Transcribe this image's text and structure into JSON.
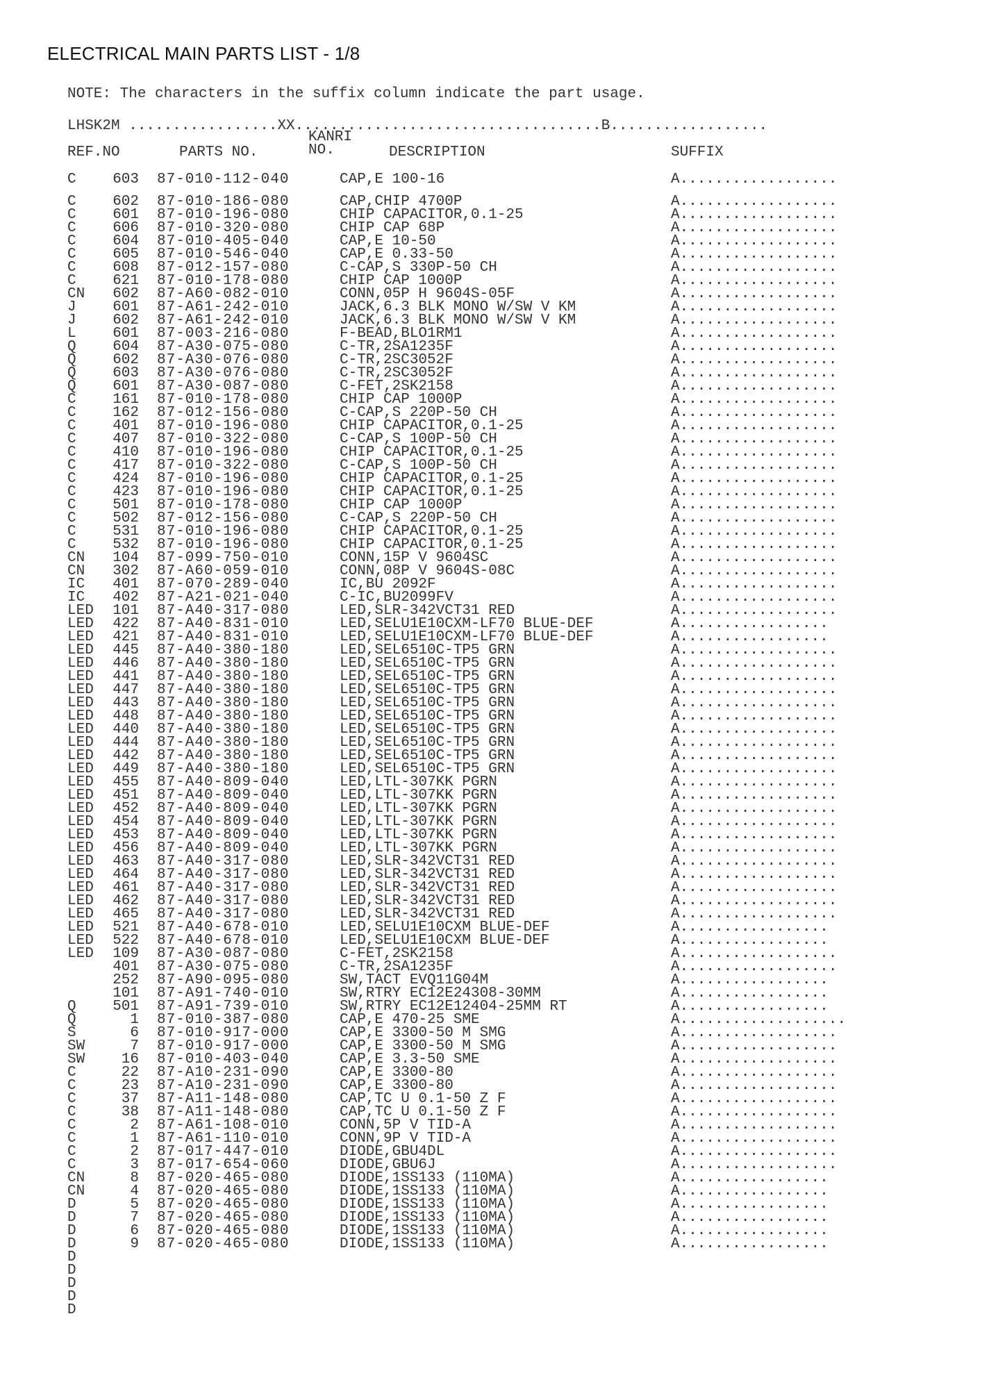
{
  "title": "ELECTRICAL MAIN PARTS LIST - 1/8",
  "note": "NOTE: The characters in the suffix column indicate the part usage.",
  "model_line": "LHSK2M .................XX...................................B..................",
  "headers": {
    "ref_no": "REF.NO",
    "parts_no": "PARTS NO.",
    "kanri_top": "KANRI",
    "kanri_bottom": "NO.",
    "description": "DESCRIPTION",
    "suffix": "SUFFIX"
  },
  "first_row": {
    "ref": "C",
    "no": "603",
    "parts_no": "87-010-112-040",
    "description": "CAP,E 100-16",
    "suffix": "A.................."
  },
  "ref_column": [
    "C",
    "C",
    "C",
    "C",
    "C",
    "C",
    "C",
    "CN",
    "J",
    "J",
    "L",
    "Q",
    "Q",
    "Q",
    "Q",
    "C",
    "C",
    "C",
    "C",
    "C",
    "C",
    "C",
    "C",
    "C",
    "C",
    "C",
    "C",
    "CN",
    "CN",
    "IC",
    "IC",
    "LED",
    "LED",
    "LED",
    "LED",
    "LED",
    "LED",
    "LED",
    "LED",
    "LED",
    "LED",
    "LED",
    "LED",
    "LED",
    "LED",
    "LED",
    "LED",
    "LED",
    "LED",
    "LED",
    "LED",
    "LED",
    "LED",
    "LED",
    "LED",
    "LED",
    "LED",
    "LED",
    "",
    "",
    "",
    "Q",
    "Q",
    "S",
    "SW",
    "SW",
    "C",
    "C",
    "C",
    "C",
    "C",
    "C",
    "C",
    "C",
    "CN",
    "CN",
    "D",
    "D",
    "D",
    "D",
    "D",
    "D",
    "D",
    "D",
    "D"
  ],
  "no_column": [
    "602",
    "601",
    "606",
    "604",
    "605",
    "608",
    "621",
    "602",
    "601",
    "602",
    "601",
    "604",
    "602",
    "603",
    "601",
    "161",
    "162",
    "401",
    "407",
    "410",
    "417",
    "424",
    "423",
    "501",
    "502",
    "531",
    "532",
    "104",
    "302",
    "401",
    "402",
    "101",
    "422",
    "421",
    "445",
    "446",
    "441",
    "447",
    "443",
    "448",
    "440",
    "444",
    "442",
    "449",
    "455",
    "451",
    "452",
    "454",
    "453",
    "456",
    "463",
    "464",
    "461",
    "462",
    "465",
    "521",
    "522",
    "109",
    "401",
    "252",
    "101",
    "501",
    "1",
    "6",
    "7",
    "16",
    "22",
    "23",
    "37",
    "38",
    "2",
    "1",
    "2",
    "3",
    "8",
    "4",
    "5",
    "7",
    "6",
    "9"
  ],
  "parts_column": [
    "87-010-186-080",
    "87-010-196-080",
    "87-010-320-080",
    "87-010-405-040",
    "87-010-546-040",
    "87-012-157-080",
    "87-010-178-080",
    "87-A60-082-010",
    "87-A61-242-010",
    "87-A61-242-010",
    "87-003-216-080",
    "87-A30-075-080",
    "87-A30-076-080",
    "87-A30-076-080",
    "87-A30-087-080",
    "87-010-178-080",
    "87-012-156-080",
    "87-010-196-080",
    "87-010-322-080",
    "87-010-196-080",
    "87-010-322-080",
    "87-010-196-080",
    "87-010-196-080",
    "87-010-178-080",
    "87-012-156-080",
    "87-010-196-080",
    "87-010-196-080",
    "87-099-750-010",
    "87-A60-059-010",
    "87-070-289-040",
    "87-A21-021-040",
    "87-A40-317-080",
    "87-A40-831-010",
    "87-A40-831-010",
    "87-A40-380-180",
    "87-A40-380-180",
    "87-A40-380-180",
    "87-A40-380-180",
    "87-A40-380-180",
    "87-A40-380-180",
    "87-A40-380-180",
    "87-A40-380-180",
    "87-A40-380-180",
    "87-A40-380-180",
    "87-A40-809-040",
    "87-A40-809-040",
    "87-A40-809-040",
    "87-A40-809-040",
    "87-A40-809-040",
    "87-A40-809-040",
    "87-A40-317-080",
    "87-A40-317-080",
    "87-A40-317-080",
    "87-A40-317-080",
    "87-A40-317-080",
    "87-A40-678-010",
    "87-A40-678-010",
    "87-A30-087-080",
    "87-A30-075-080",
    "87-A90-095-080",
    "87-A91-740-010",
    "87-A91-739-010",
    "87-010-387-080",
    "87-010-917-000",
    "87-010-917-000",
    "87-010-403-040",
    "87-A10-231-090",
    "87-A10-231-090",
    "87-A11-148-080",
    "87-A11-148-080",
    "87-A61-108-010",
    "87-A61-110-010",
    "87-017-447-010",
    "87-017-654-060",
    "87-020-465-080",
    "87-020-465-080",
    "87-020-465-080",
    "87-020-465-080",
    "87-020-465-080",
    "87-020-465-080"
  ],
  "desc_column": [
    "CAP,CHIP 4700P",
    "CHIP CAPACITOR,0.1-25",
    "CHIP CAP 68P",
    "CAP,E 10-50",
    "CAP,E 0.33-50",
    "C-CAP,S 330P-50 CH",
    "CHIP CAP 1000P",
    "CONN,05P H 9604S-05F",
    "JACK,6.3 BLK MONO W/SW V KM",
    "JACK,6.3 BLK MONO W/SW V KM",
    "F-BEAD,BLO1RM1",
    "C-TR,2SA1235F",
    "C-TR,2SC3052F",
    "C-TR,2SC3052F",
    "C-FET,2SK2158",
    "CHIP CAP 1000P",
    "C-CAP,S 220P-50 CH",
    "CHIP CAPACITOR,0.1-25",
    "C-CAP,S 100P-50 CH",
    "CHIP CAPACITOR,0.1-25",
    "C-CAP,S 100P-50 CH",
    "CHIP CAPACITOR,0.1-25",
    "CHIP CAPACITOR,0.1-25",
    "CHIP CAP 1000P",
    "C-CAP,S 220P-50 CH",
    "CHIP CAPACITOR,0.1-25",
    "CHIP CAPACITOR,0.1-25",
    "CONN,15P V 9604SC",
    "CONN,08P V 9604S-08C",
    "IC,BU 2092F",
    "C-IC,BU2099FV",
    "LED,SLR-342VCT31 RED",
    "LED,SELU1E10CXM-LF70 BLUE-DEF",
    "LED,SELU1E10CXM-LF70 BLUE-DEF",
    "LED,SEL6510C-TP5 GRN",
    "LED,SEL6510C-TP5 GRN",
    "LED,SEL6510C-TP5 GRN",
    "LED,SEL6510C-TP5 GRN",
    "LED,SEL6510C-TP5 GRN",
    "LED,SEL6510C-TP5 GRN",
    "LED,SEL6510C-TP5 GRN",
    "LED,SEL6510C-TP5 GRN",
    "LED,SEL6510C-TP5 GRN",
    "LED,SEL6510C-TP5 GRN",
    "LED,LTL-307KK PGRN",
    "LED,LTL-307KK PGRN",
    "LED,LTL-307KK PGRN",
    "LED,LTL-307KK PGRN",
    "LED,LTL-307KK PGRN",
    "LED,LTL-307KK PGRN",
    "LED,SLR-342VCT31 RED",
    "LED,SLR-342VCT31 RED",
    "LED,SLR-342VCT31 RED",
    "LED,SLR-342VCT31 RED",
    "LED,SLR-342VCT31 RED",
    "LED,SELU1E10CXM BLUE-DEF",
    "LED,SELU1E10CXM BLUE-DEF",
    "C-FET,2SK2158",
    "C-TR,2SA1235F",
    "SW,TACT EVQ11G04M",
    "SW,RTRY EC12E24308-30MM",
    "SW,RTRY EC12E12404-25MM RT",
    "CAP,E 470-25 SME",
    "CAP,E 3300-50 M SMG",
    "CAP,E 3300-50 M SMG",
    "CAP,E 3.3-50 SME",
    "CAP,E 3300-80",
    "CAP,E 3300-80",
    "CAP,TC U 0.1-50 Z F",
    "CAP,TC U 0.1-50 Z F",
    "CONN,5P V TID-A",
    "CONN,9P V TID-A",
    "DIODE,GBU4DL",
    "DIODE,GBU6J",
    "DIODE,1SS133 (110MA)",
    "DIODE,1SS133 (110MA)",
    "DIODE,1SS133 (110MA)",
    "DIODE,1SS133 (110MA)",
    "DIODE,1SS133 (110MA)",
    "DIODE,1SS133 (110MA)"
  ],
  "suffix_column": [
    "A..................",
    "A..................",
    "A..................",
    "A..................",
    "A..................",
    "A..................",
    "A..................",
    "A..................",
    "A..................",
    "A..................",
    "A..................",
    "A..................",
    "A..................",
    "A..................",
    "A..................",
    "A..................",
    "A..................",
    "A..................",
    "A..................",
    "A..................",
    "A..................",
    "A..................",
    "A..................",
    "A..................",
    "A..................",
    "A..................",
    "A..................",
    "A..................",
    "A..................",
    "A..................",
    "A..................",
    "A..................",
    "A.................",
    "A.................",
    "A..................",
    "A..................",
    "A..................",
    "A..................",
    "A..................",
    "A..................",
    "A..................",
    "A..................",
    "A..................",
    "A..................",
    "A..................",
    "A..................",
    "A..................",
    "A..................",
    "A..................",
    "A..................",
    "A..................",
    "A..................",
    "A..................",
    "A..................",
    "A..................",
    "A.................",
    "A.................",
    "A..................",
    "A..................",
    "A.................",
    "A.................",
    "A.................",
    "A...................",
    "A..................",
    "A..................",
    "A..................",
    "A..................",
    "A..................",
    "A..................",
    "A..................",
    "A..................",
    "A..................",
    "A..................",
    "A..................",
    "A.................",
    "A.................",
    "A.................",
    "A.................",
    "A.................",
    "A................."
  ]
}
